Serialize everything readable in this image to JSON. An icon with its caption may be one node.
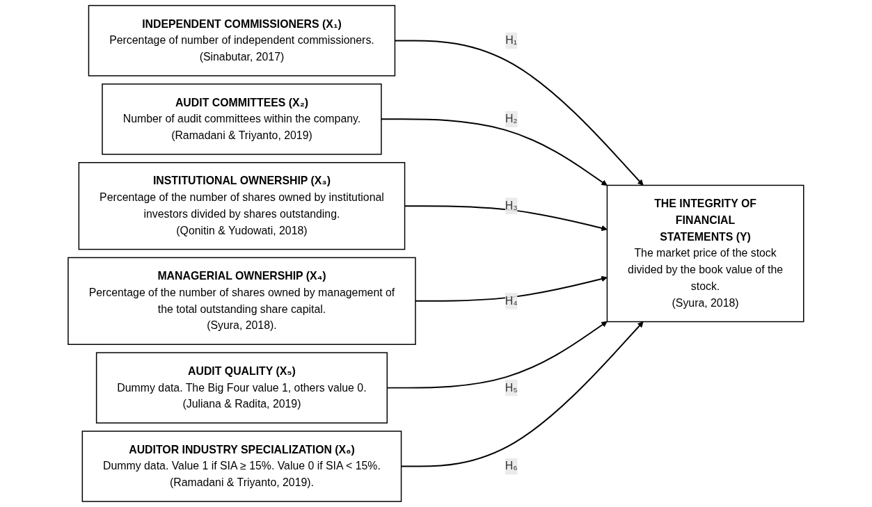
{
  "diagram": {
    "nodes": [
      {
        "text": [
          "INDEPENDENT COMMISSIONERS (X₁)",
          "Percentage of number of independent commissioners.",
          "(Sinabutar, 2017)"
        ]
      },
      {
        "text": [
          "AUDIT COMMITTEES (X₂)",
          "Number of audit committees within the company.",
          "(Ramadani & Triyanto, 2019)"
        ]
      },
      {
        "text": [
          "INSTITUTIONAL OWNERSHIP (X₃)",
          "Percentage of the number of shares owned by institutional investors divided by shares outstanding.",
          "(Qonitin & Yudowati, 2018)"
        ]
      },
      {
        "text": [
          "MANAGERIAL OWNERSHIP (X₄)",
          "Percentage of the number of shares owned by management of the total outstanding share capital.",
          "(Syura, 2018)."
        ]
      },
      {
        "text": [
          "AUDIT QUALITY (X₅)",
          "Dummy data. The Big Four value 1, others value 0.",
          "(Juliana & Radita, 2019)"
        ]
      },
      {
        "text": [
          "AUDITOR INDUSTRY SPECIALIZATION (X₆)",
          "Dummy data. Value 1 if SIA  ≥  15%. Value 0 if SIA < 15%.",
          "(Ramadani & Triyanto, 2019)."
        ]
      },
      {
        "text": [
          "THE INTEGRITY OF FINANCIAL STATEMENTS (Y)",
          "The market price of the stock divided by the book value of the stock.",
          "(Syura, 2018)"
        ]
      }
    ],
    "edges": [
      {
        "from": 0,
        "to": 6,
        "arrow": "to",
        "label": "H₁"
      },
      {
        "from": 1,
        "to": 6,
        "arrow": "to",
        "label": "H₂"
      },
      {
        "from": 2,
        "to": 6,
        "arrow": "to",
        "label": "H₃"
      },
      {
        "from": 3,
        "to": 6,
        "arrow": "to",
        "label": "H₄"
      },
      {
        "from": 4,
        "to": 6,
        "arrow": "to",
        "label": "H₅"
      },
      {
        "from": 5,
        "to": 6,
        "arrow": "to",
        "label": "H₆"
      }
    ]
  }
}
